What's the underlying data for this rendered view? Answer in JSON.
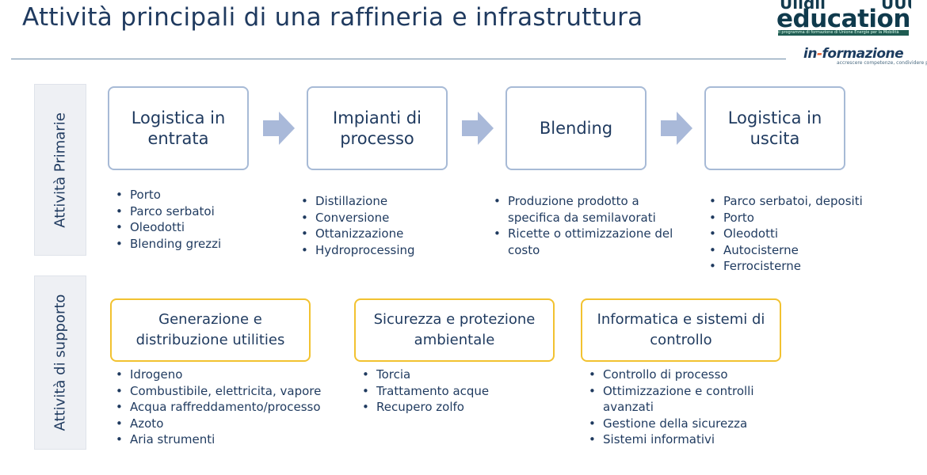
{
  "title": "Attività principali di una raffineria e infrastruttura",
  "logos": {
    "top_fragment_left": "Ulidii",
    "top_fragment_right": "UUU",
    "education": "education",
    "education_tagline": "il programma di formazione di Unione Energie per la Mobilità",
    "informazione_prefix": "in",
    "informazione_dash": "-",
    "informazione_word": "formazione",
    "informazione_tagline": "accrescere competenze, condividere prospettive"
  },
  "primary": {
    "side_label": "Attività Primarie",
    "stages": [
      {
        "label": "Logistica in entrata",
        "items": [
          "Porto",
          "Parco serbatoi",
          "Oleodotti",
          "Blending grezzi"
        ]
      },
      {
        "label": "Impianti di processo",
        "items": [
          "Distillazione",
          "Conversione",
          "Ottanizzazione",
          "Hydroprocessing"
        ]
      },
      {
        "label": "Blending",
        "items": [
          "Produzione prodotto a specifica da semilavorati",
          "Ricette o ottimizzazione del costo"
        ]
      },
      {
        "label": "Logistica in uscita",
        "items": [
          "Parco serbatoi, depositi",
          "Porto",
          "Oleodotti",
          "Autocisterne",
          "Ferrocisterne"
        ]
      }
    ]
  },
  "support": {
    "side_label": "Attività di supporto",
    "areas": [
      {
        "label": "Generazione e distribuzione utilities",
        "items": [
          "Idrogeno",
          "Combustibile, elettricita, vapore",
          "Acqua raffreddamento/processo",
          "Azoto",
          "Aria strumenti"
        ]
      },
      {
        "label": "Sicurezza e protezione ambientale",
        "items": [
          "Torcia",
          "Trattamento acque",
          "Recupero zolfo"
        ]
      },
      {
        "label": "Informatica e sistemi di controllo",
        "items": [
          "Controllo di processo",
          "Ottimizzazione e controlli avanzati",
          "Gestione della sicurezza",
          "Sistemi informativi"
        ]
      }
    ]
  },
  "colors": {
    "primary_border": "#a7bad6",
    "arrow": "#a9b9d9",
    "support_border": "#f2c230",
    "text": "#1f3a5f"
  }
}
